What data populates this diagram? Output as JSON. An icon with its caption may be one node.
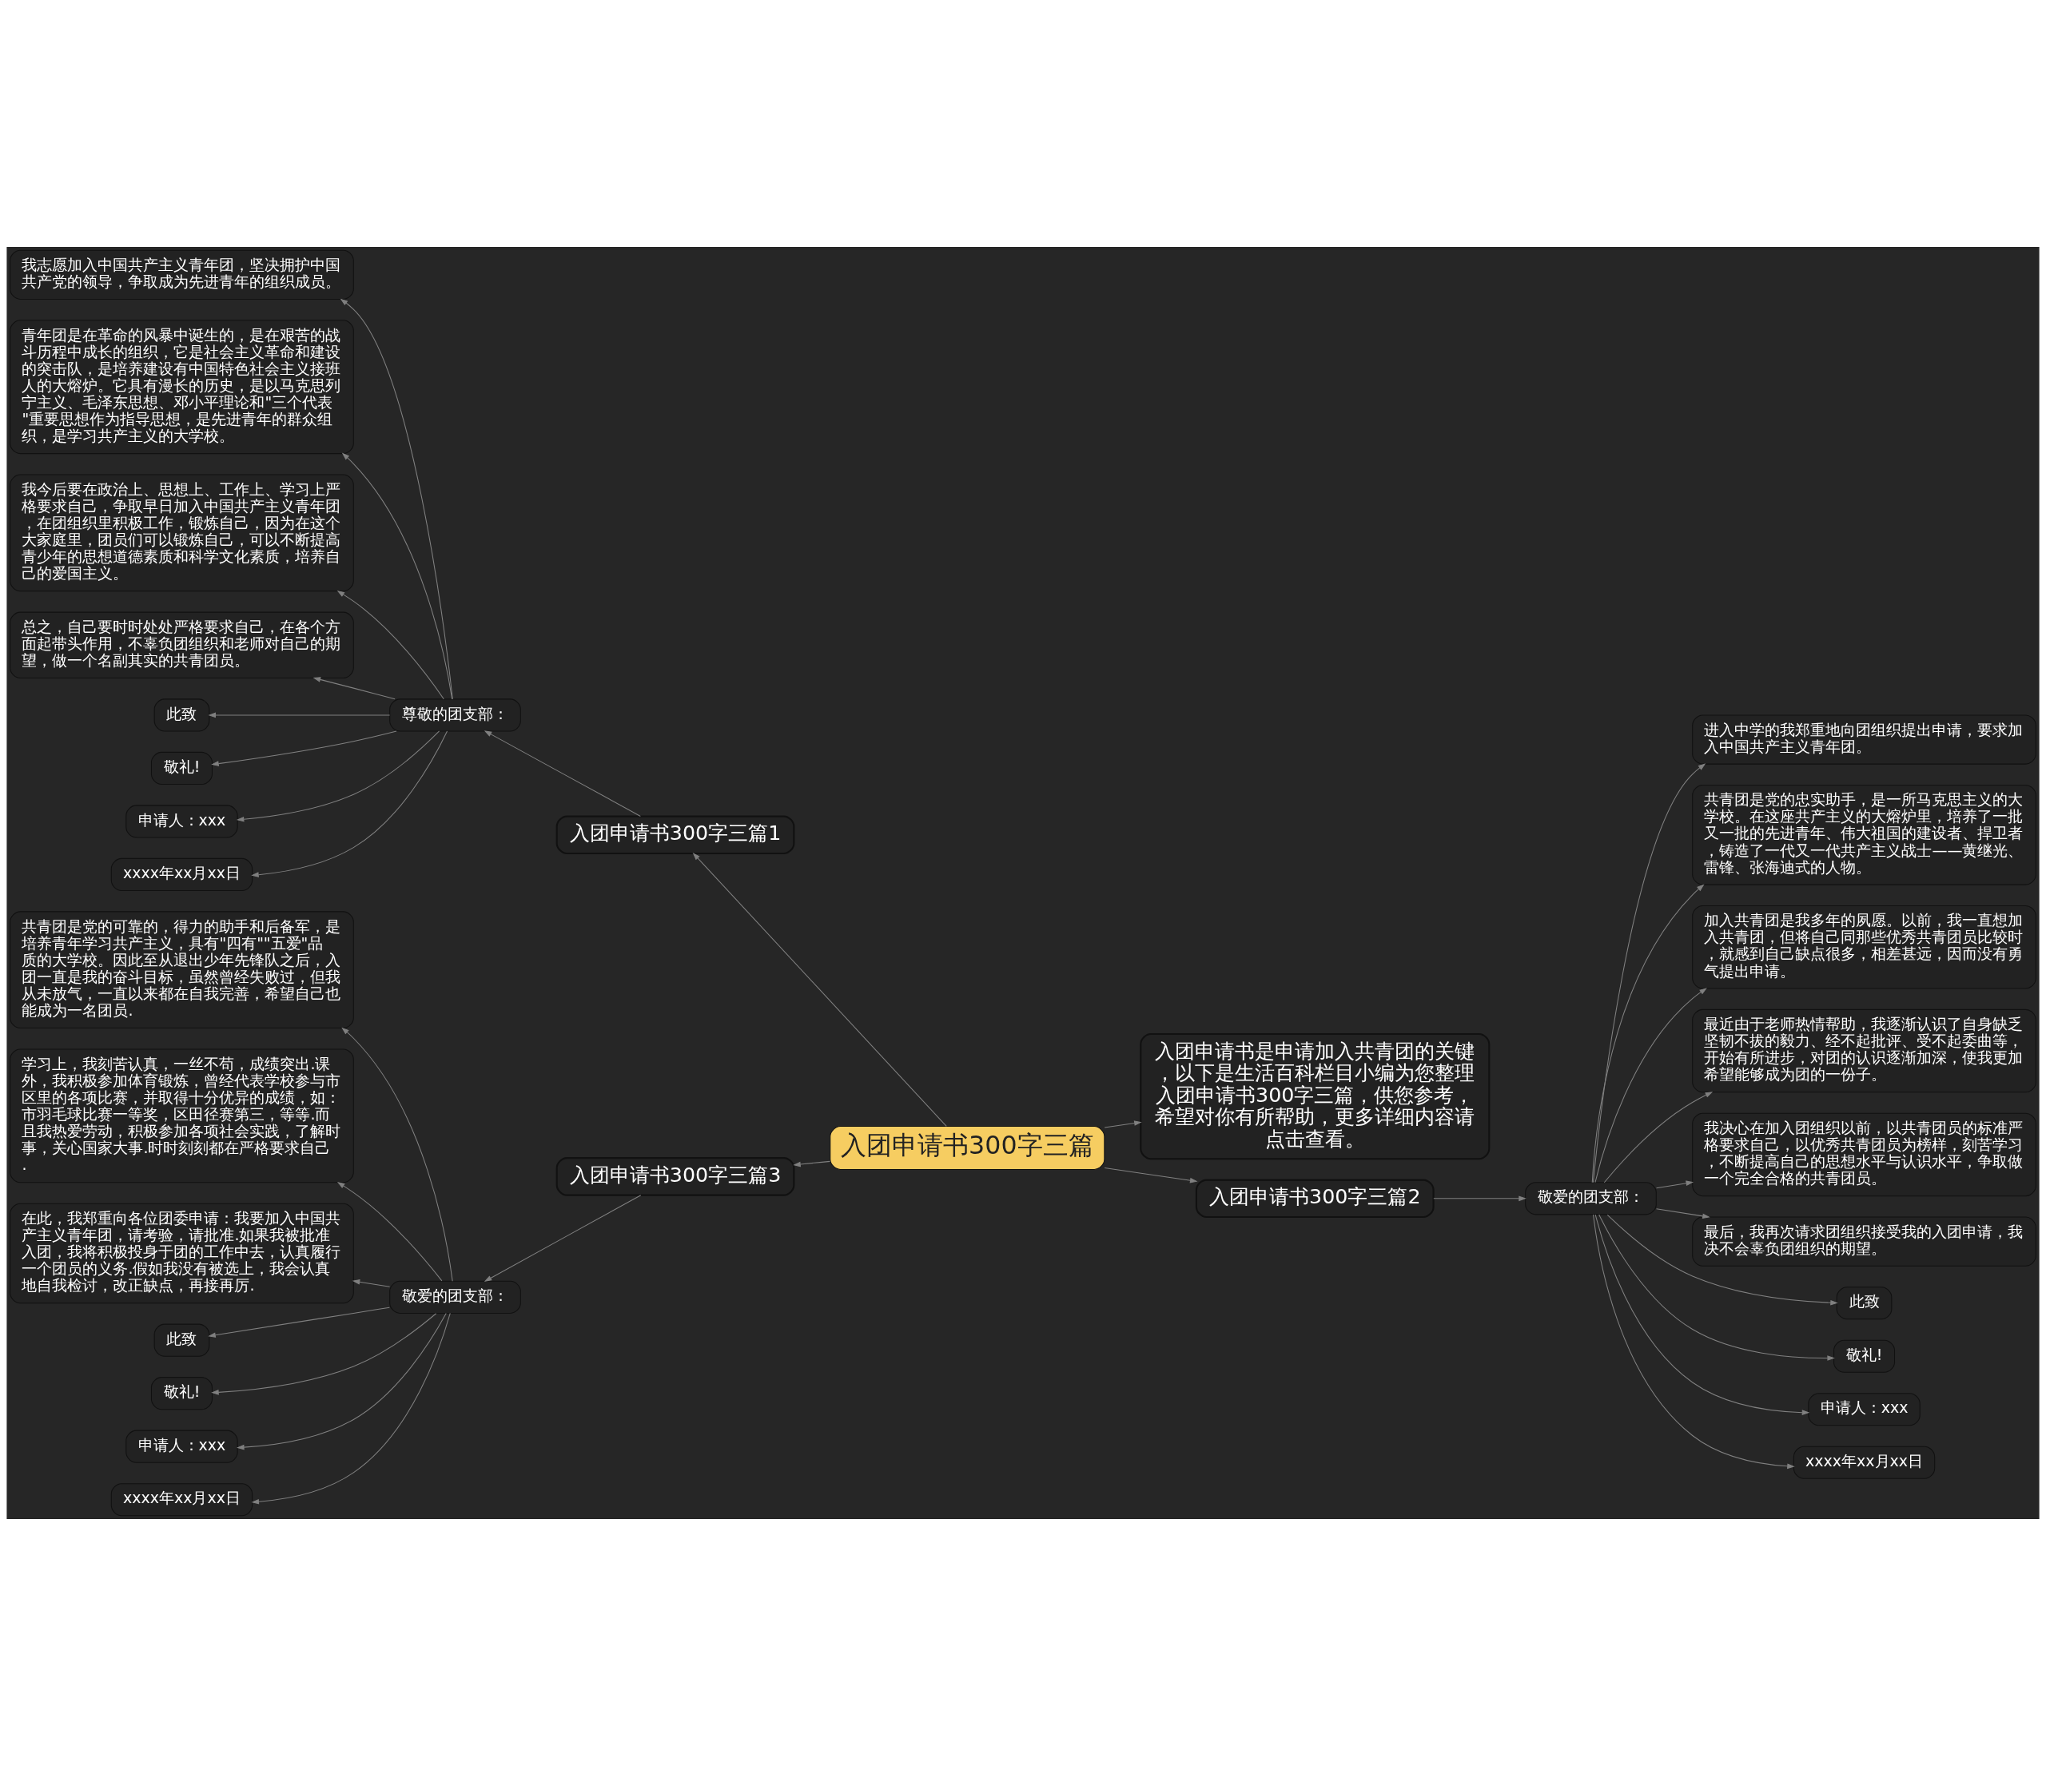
{
  "diagram": {
    "nodes": [
      {
        "text": [
          "入团申请书300字三篇"
        ]
      },
      {
        "text": [
          "入团申请书300字三篇1"
        ]
      },
      {
        "text": [
          "尊敬的团支部："
        ]
      },
      {
        "text": [
          "我志愿加入中国共产主义青年团，坚决拥护中国共产党的领导，争取成为先进青年的组织成员。"
        ]
      },
      {
        "text": [
          "青年团是在革命的风暴中诞生的，是在艰苦的战斗历程中成长的组织，它是社会主义革命和建设的突击队，是培养建设有中国特色社会主义接班人的大熔炉。它具有漫长的历史，是以马克思列宁主义、毛泽东思想、邓小平理论和\"三个代表\"重要思想作为指导思想，是先进青年的群众组织，是学习共产主义的大学校。"
        ]
      },
      {
        "text": [
          "我今后要在政治上、思想上、工作上、学习上严格要求自己，争取早日加入中国共产主义青年团，在团组织里积极工作，锻炼自己，因为在这个大家庭里，团员们可以锻炼自己，可以不断提高青少年的思想道德素质和科学文化素质，培养自己的爱国主义。"
        ]
      },
      {
        "text": [
          "总之，自己要时时处处严格要求自己，在各个方面起带头作用，不辜负团组织和老师对自己的期望，做一个名副其实的共青团员。"
        ]
      },
      {
        "text": [
          "此致"
        ]
      },
      {
        "text": [
          "敬礼!"
        ]
      },
      {
        "text": [
          "申请人：xxx"
        ]
      },
      {
        "text": [
          "xxxx年xx月xx日"
        ]
      },
      {
        "text": [
          "入团申请书300字三篇3"
        ]
      },
      {
        "text": [
          "敬爱的团支部："
        ]
      },
      {
        "text": [
          "共青团是党的可靠的，得力的助手和后备军，是培养青年学习共产主义，具有\"四有\"\"五爱\"品质的大学校。因此至从退出少年先锋队之后，入团一直是我的奋斗目标，虽然曾经失败过，但我从未放气，一直以来都在自我完善，希望自己也能成为一名团员."
        ]
      },
      {
        "text": [
          "学习上，我刻苦认真，一丝不苟，成绩突出.课外，我积极参加体育锻炼，曾经代表学校参与市区里的各项比赛，并取得十分优异的成绩，如：市羽毛球比赛一等奖，区田径赛第三，等等.而且我热爱劳动，积极参加各项社会实践，了解时事，关心国家大事.时时刻刻都在严格要求自己."
        ]
      },
      {
        "text": [
          "在此，我郑重向各位团委申请：我要加入中国共产主义青年团，请考验，请批准.如果我被批准入团，我将积极投身于团的工作中去，认真履行一个团员的义务.假如我没有被选上，我会认真地自我检讨，改正缺点，再接再厉."
        ]
      },
      {
        "text": [
          "此致"
        ]
      },
      {
        "text": [
          "敬礼!"
        ]
      },
      {
        "text": [
          "申请人：xxx"
        ]
      },
      {
        "text": [
          "xxxx年xx月xx日"
        ]
      },
      {
        "text": [
          "入团申请书是申请加入共青团的关键，以下是生活百科栏目小编为您整理入团申请书300字三篇，供您参考，希望对你有所帮助，更多详细内容请点击查看。"
        ]
      },
      {
        "text": [
          "入团申请书300字三篇2"
        ]
      },
      {
        "text": [
          "敬爱的团支部："
        ]
      },
      {
        "text": [
          "进入中学的我郑重地向团组织提出申请，要求加入中国共产主义青年团。"
        ]
      },
      {
        "text": [
          "共青团是党的忠实助手，是一所马克思主义的大学校。在这座共产主义的大熔炉里，培养了一批又一批的先进青年、伟大祖国的建设者、捍卫者，铸造了一代又一代共产主义战士——黄继光、雷锋、张海迪式的人物。"
        ]
      },
      {
        "text": [
          "加入共青团是我多年的夙愿。以前，我一直想加入共青团，但将自己同那些优秀共青团员比较时，就感到自己缺点很多，相差甚远，因而没有勇气提出申请。"
        ]
      },
      {
        "text": [
          "最近由于老师热情帮助，我逐渐认识了自身缺乏坚韧不拔的毅力、经不起批评、受不起委曲等，开始有所进步，对团的认识逐渐加深，使我更加希望能够成为团的一份子。"
        ]
      },
      {
        "text": [
          "我决心在加入团组织以前，以共青团员的标准严格要求自己，以优秀共青团员为榜样，刻苦学习，不断提高自己的思想水平与认识水平，争取做一个完全合格的共青团员。"
        ]
      },
      {
        "text": [
          "最后，我再次请求团组织接受我的入团申请，我决不会辜负团组织的期望。"
        ]
      },
      {
        "text": [
          "此致"
        ]
      },
      {
        "text": [
          "敬礼!"
        ]
      },
      {
        "text": [
          "申请人：xxx"
        ]
      },
      {
        "text": [
          "xxxx年xx月xx日"
        ]
      }
    ],
    "edges": [
      {
        "from": 0,
        "to": 1,
        "arrow": "to"
      },
      {
        "from": 1,
        "to": 2,
        "arrow": "to"
      },
      {
        "from": 2,
        "to": 3,
        "arrow": "to"
      },
      {
        "from": 2,
        "to": 4,
        "arrow": "to"
      },
      {
        "from": 2,
        "to": 5,
        "arrow": "to"
      },
      {
        "from": 2,
        "to": 6,
        "arrow": "to"
      },
      {
        "from": 2,
        "to": 7,
        "arrow": "to"
      },
      {
        "from": 2,
        "to": 8,
        "arrow": "to"
      },
      {
        "from": 2,
        "to": 9,
        "arrow": "to"
      },
      {
        "from": 2,
        "to": 10,
        "arrow": "to"
      },
      {
        "from": 0,
        "to": 11,
        "arrow": "to"
      },
      {
        "from": 11,
        "to": 12,
        "arrow": "to"
      },
      {
        "from": 12,
        "to": 13,
        "arrow": "to"
      },
      {
        "from": 12,
        "to": 14,
        "arrow": "to"
      },
      {
        "from": 12,
        "to": 15,
        "arrow": "to"
      },
      {
        "from": 12,
        "to": 16,
        "arrow": "to"
      },
      {
        "from": 12,
        "to": 17,
        "arrow": "to"
      },
      {
        "from": 12,
        "to": 18,
        "arrow": "to"
      },
      {
        "from": 12,
        "to": 19,
        "arrow": "to"
      },
      {
        "from": 0,
        "to": 20,
        "arrow": "to"
      },
      {
        "from": 0,
        "to": 21,
        "arrow": "to"
      },
      {
        "from": 21,
        "to": 22,
        "arrow": "to"
      },
      {
        "from": 22,
        "to": 23,
        "arrow": "to"
      },
      {
        "from": 22,
        "to": 24,
        "arrow": "to"
      },
      {
        "from": 22,
        "to": 25,
        "arrow": "to"
      },
      {
        "from": 22,
        "to": 26,
        "arrow": "to"
      },
      {
        "from": 22,
        "to": 27,
        "arrow": "to"
      },
      {
        "from": 22,
        "to": 28,
        "arrow": "to"
      },
      {
        "from": 22,
        "to": 29,
        "arrow": "to"
      },
      {
        "from": 22,
        "to": 30,
        "arrow": "to"
      },
      {
        "from": 22,
        "to": 31,
        "arrow": "to"
      },
      {
        "from": 22,
        "to": 32,
        "arrow": "to"
      }
    ]
  }
}
